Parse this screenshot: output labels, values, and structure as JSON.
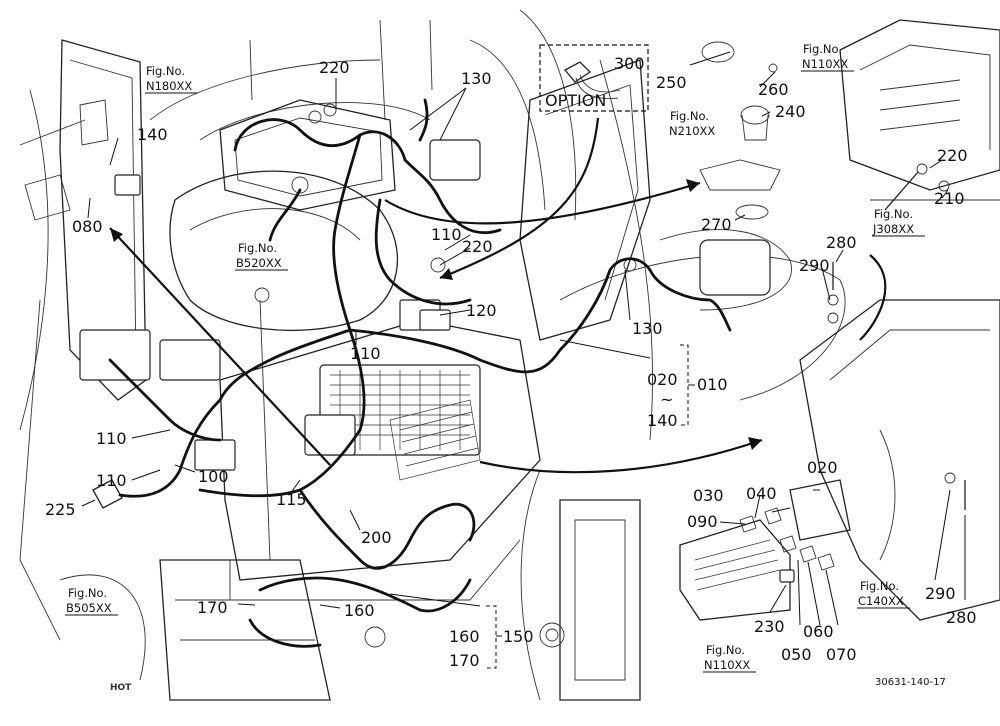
{
  "parts": {
    "p010": "010",
    "p020": "020",
    "p020_top": "020",
    "p030": "030",
    "p040": "040",
    "p050": "050",
    "p060": "060",
    "p070": "070",
    "p080": "080",
    "p090": "090",
    "p100": "100",
    "p110_a": "110",
    "p110_b": "110",
    "p110_c": "110",
    "p110_d": "110",
    "p115": "115",
    "p120": "120",
    "p130_a": "130",
    "p130_b": "130",
    "p140_range": "140",
    "p140": "140",
    "p150": "150",
    "p160_a": "160",
    "p160_b": "160",
    "p170_a": "170",
    "p170_b": "170",
    "p200": "200",
    "p210": "210",
    "p220_a": "220",
    "p220_b": "220",
    "p220_c": "220",
    "p225": "225",
    "p230": "230",
    "p240": "240",
    "p250": "250",
    "p260": "260",
    "p270": "270",
    "p280_a": "280",
    "p280_b": "280",
    "p290_a": "290",
    "p290_b": "290",
    "p300": "300",
    "tilde": "~"
  },
  "figrefs": {
    "fig_label": "Fig.No.",
    "n180": "N180XX",
    "b520": "B520XX",
    "b505": "B505XX",
    "n110_top": "N110XX",
    "n210": "N210XX",
    "j308": "J308XX",
    "c140": "C140XX",
    "n110_bottom": "N110XX"
  },
  "option_label": "OPTION",
  "hot_label": "HOT",
  "drawing_code": "30631-140-17"
}
